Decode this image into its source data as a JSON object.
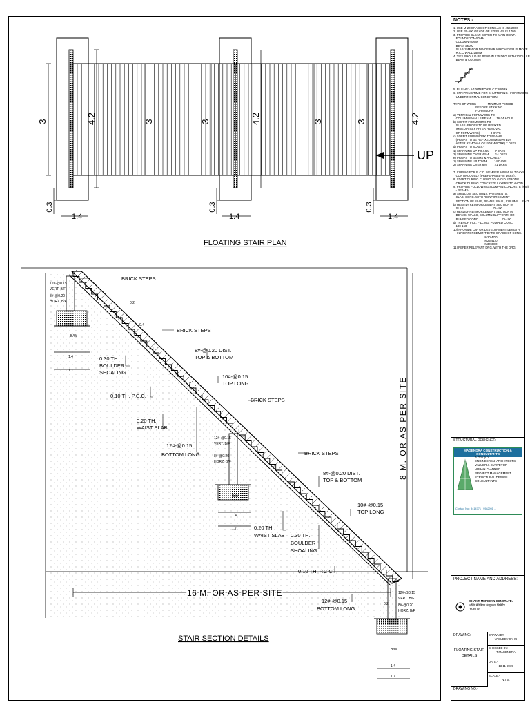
{
  "plan": {
    "title": "FLOATING STAIR PLAN",
    "dim_3": "3",
    "dim_42": "4.2",
    "dim_03": "0.3",
    "dim_14": "1.4",
    "up_label": "UP"
  },
  "section": {
    "title": "STAIR SECTION DETAILS",
    "height_label": "8 M. OR AS PER SITE",
    "length_label": "16 M. OR AS PER SITE",
    "labels": {
      "brick_steps": "BRICK STEPS",
      "dist": "8#-@0.20 DIST.",
      "top_bottom": "TOP & BOTTOM",
      "top_long_bar": "10#-@0.15",
      "top_long": "TOP LONG",
      "waist_th": "0.20 TH.",
      "waist_slab": "WAIST SLAB",
      "bottom_long_bar": "12#-@0.15",
      "bottom_long": "BOTTOM LONG",
      "boulder_th": "0.30 TH.",
      "boulder": "BOULDER",
      "shoaling": "SHOALING",
      "pcc": "0.10 TH. P.C.C.",
      "vert_bar": "12#-@0.15",
      "vert": "VERT. B/F",
      "horz_bar": "8#-@0.20",
      "horz": "HORZ. B/F",
      "bw": "B/W",
      "d02": "0.2",
      "d04": "0.4",
      "d14": "1.4",
      "d17": "1.7"
    }
  },
  "titleblock": {
    "notes_title": "NOTES:-",
    "notes_1": "1. USE M-20 GRADE OF CONC.AS IS 456-2000\n2. USE FE-500 GRADE OF STEEL AS IS 1786\n3. PROVIDE CLEAR COVER TO MAIN REINF.\n   FOUNDATION-50MM\n   COLUMN-40MM\n   BEAM-25MM\n   SLAB-15MM OR DIA OF BAR WHICHEVER IS MORE\n   R.C.C WALL-25MM\n4. TIES SHOULD BE BEND IN 135 DEG WITH 10 DIA LENGTH IN\n   BEAM & COLUMN",
    "notes_2": "5. FILLING:- 5-10MM FOR R.C.C WORK\n6. STRIPPING TIME FOR SHUTTERING / FORMWORK\n   UNDER NORMAL CONDITION.\n\nTYPE OF WORK              MINIMUM PERIOD\n                           BEFORE STRIKING\n                           FORMWORK\na) VERTICAL FORMWORK TO\n   COLUMNS,WALLS,BEAM       16-24 HOUR\nb) SOFFIT FORMWORK TO\n   SLABS (PROPS TO BE REFIXED\n   IMMEDIATELY AFTER REMOVAL\n   OF FORMWORK)             3 DAYS\nc) SOFFIT FORMWORK TO BEAMS\n   (PROPS TO BE REFIXED IMMEDIATELY\n   AFTER REMOVAL OF FORMWORK) 7 DAYS\nd) PROPS TO SLABS:-\n1) SPANNING UP TO 4.5M       7 DAYS\n2) SPANNING OVER 4.5M        14 DAYS\ne) PROPS TO BEAMS & ARCHES:-\n1) SPANNING UP TO 6M         14 DAYS\n2) SPANNING OVER 6M          21 DAYS\n\n7. CURING FOR R.C.C. MEMBER MINIMUM 7 DAYS\n   CONTINUOUSLY (PREFERABLE-28 DAYS).\n8. START CURING CURING TO AVOID STRONG\n   CRACK DURING CONCRETE LAYERS TO AVOID\n9. PROVIDE FOLLOWING SLUMP IN CONCRETE (MM)\n   - BEAMS-\na) SHALLOW SECTIONS, PAVEMENTS,\n   SLAB, CONC. WITH REINFORCEMENT\n   SECTION OF SLAB, BEAMS, WALL, COLUMN    25-75\nb) HEAVILY REINFORCEMENT SECTION IN\n   SLAB                                    75-100\nc) HEAVILY REINFORCEMENT SECTION IN\n   BEAMS, WALLS, COLUMN SLIPFORM, OR\n   PUMPED CONC.                            75-100\nd) TRENCH FILL, FILLING, PUMPED CONC.\n   100-150\n10) PROVIDE LAP OR DEVELOPMENT LENGTH\n    IN REINFORCEMENT BARS GRADE OF CONC.\n                                      M20-47.0\n                                      M25-41.0\n                                      M30-38.0\n11) REFER RELEVANT DRG. WITH THE DRG.",
    "structural_designer": "STRUCTURAL DESIGNER:-",
    "firm_name": "MAGENDRA CONSTRUCTION & CONSULTANTS",
    "firm_group": "A Group of",
    "firm_lines": [
      "ENGINEERS & ARCHITECTS",
      "VALUER & SURVEYOR",
      "URBAN PLANNER",
      "PROJECT MANAGEMENT",
      "STRUCTURAL DESIGN CONSULTANTS"
    ],
    "firm_contact": "Contact No.: 9414771 / 9982991 ...",
    "project_title": "PROJECT NAME AND ADDRESS:-",
    "project_name": "SHAKTI MERIDIAN CONST.LTD.",
    "project_name_hi": "शक्ति मेरिडियन कंस्ट्रक्शन लिमिटेड",
    "project_city": "JAIPUR",
    "drawing_label": "DRAWING:-",
    "drawing_title_1": "FLOATING STAIR",
    "drawing_title_2": "DETAILS",
    "drawn_by_label": "DRAWN BY:-",
    "drawn_by": "VASUDEV SAHU",
    "checked_by_label": "CHECKED BY:-",
    "checked_by": "T.MAGENDRA",
    "date_label": "DATE:-",
    "date": "13-11-2019",
    "drawing_no_label": "DRAWING NO:-",
    "scale_label": "SCALE:-",
    "scale": "N.T.S."
  }
}
